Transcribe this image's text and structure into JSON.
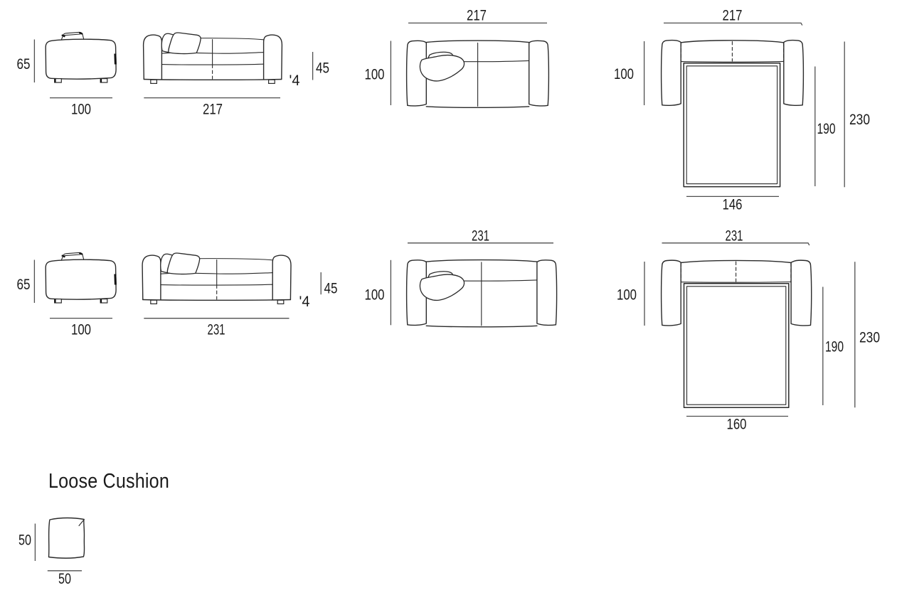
{
  "colors": {
    "background": "#ffffff",
    "outline": "#2a2a2a",
    "dimension_line": "#4f4f4f",
    "text": "#1b1b1b"
  },
  "sofa_217": {
    "side_view": {
      "height_cm": "65",
      "width_cm": "100"
    },
    "front_view": {
      "width_cm": "217",
      "seat_height_cm": "45",
      "foot_mark": "'4"
    },
    "top_view": {
      "width_cm": "217",
      "depth_cm": "100"
    },
    "open_bed_view": {
      "width_cm": "217",
      "depth_cm": "100",
      "mattress_length_cm": "190",
      "open_depth_cm": "230",
      "mattress_width_cm": "146"
    }
  },
  "sofa_231": {
    "side_view": {
      "height_cm": "65",
      "width_cm": "100"
    },
    "front_view": {
      "width_cm": "231",
      "seat_height_cm": "45",
      "foot_mark": "'4"
    },
    "top_view": {
      "width_cm": "231",
      "depth_cm": "100"
    },
    "open_bed_view": {
      "width_cm": "231",
      "depth_cm": "100",
      "mattress_length_cm": "190",
      "open_depth_cm": "230",
      "mattress_width_cm": "160"
    }
  },
  "loose_cushion": {
    "title": "Loose Cushion",
    "height_cm": "50",
    "width_cm": "50"
  }
}
